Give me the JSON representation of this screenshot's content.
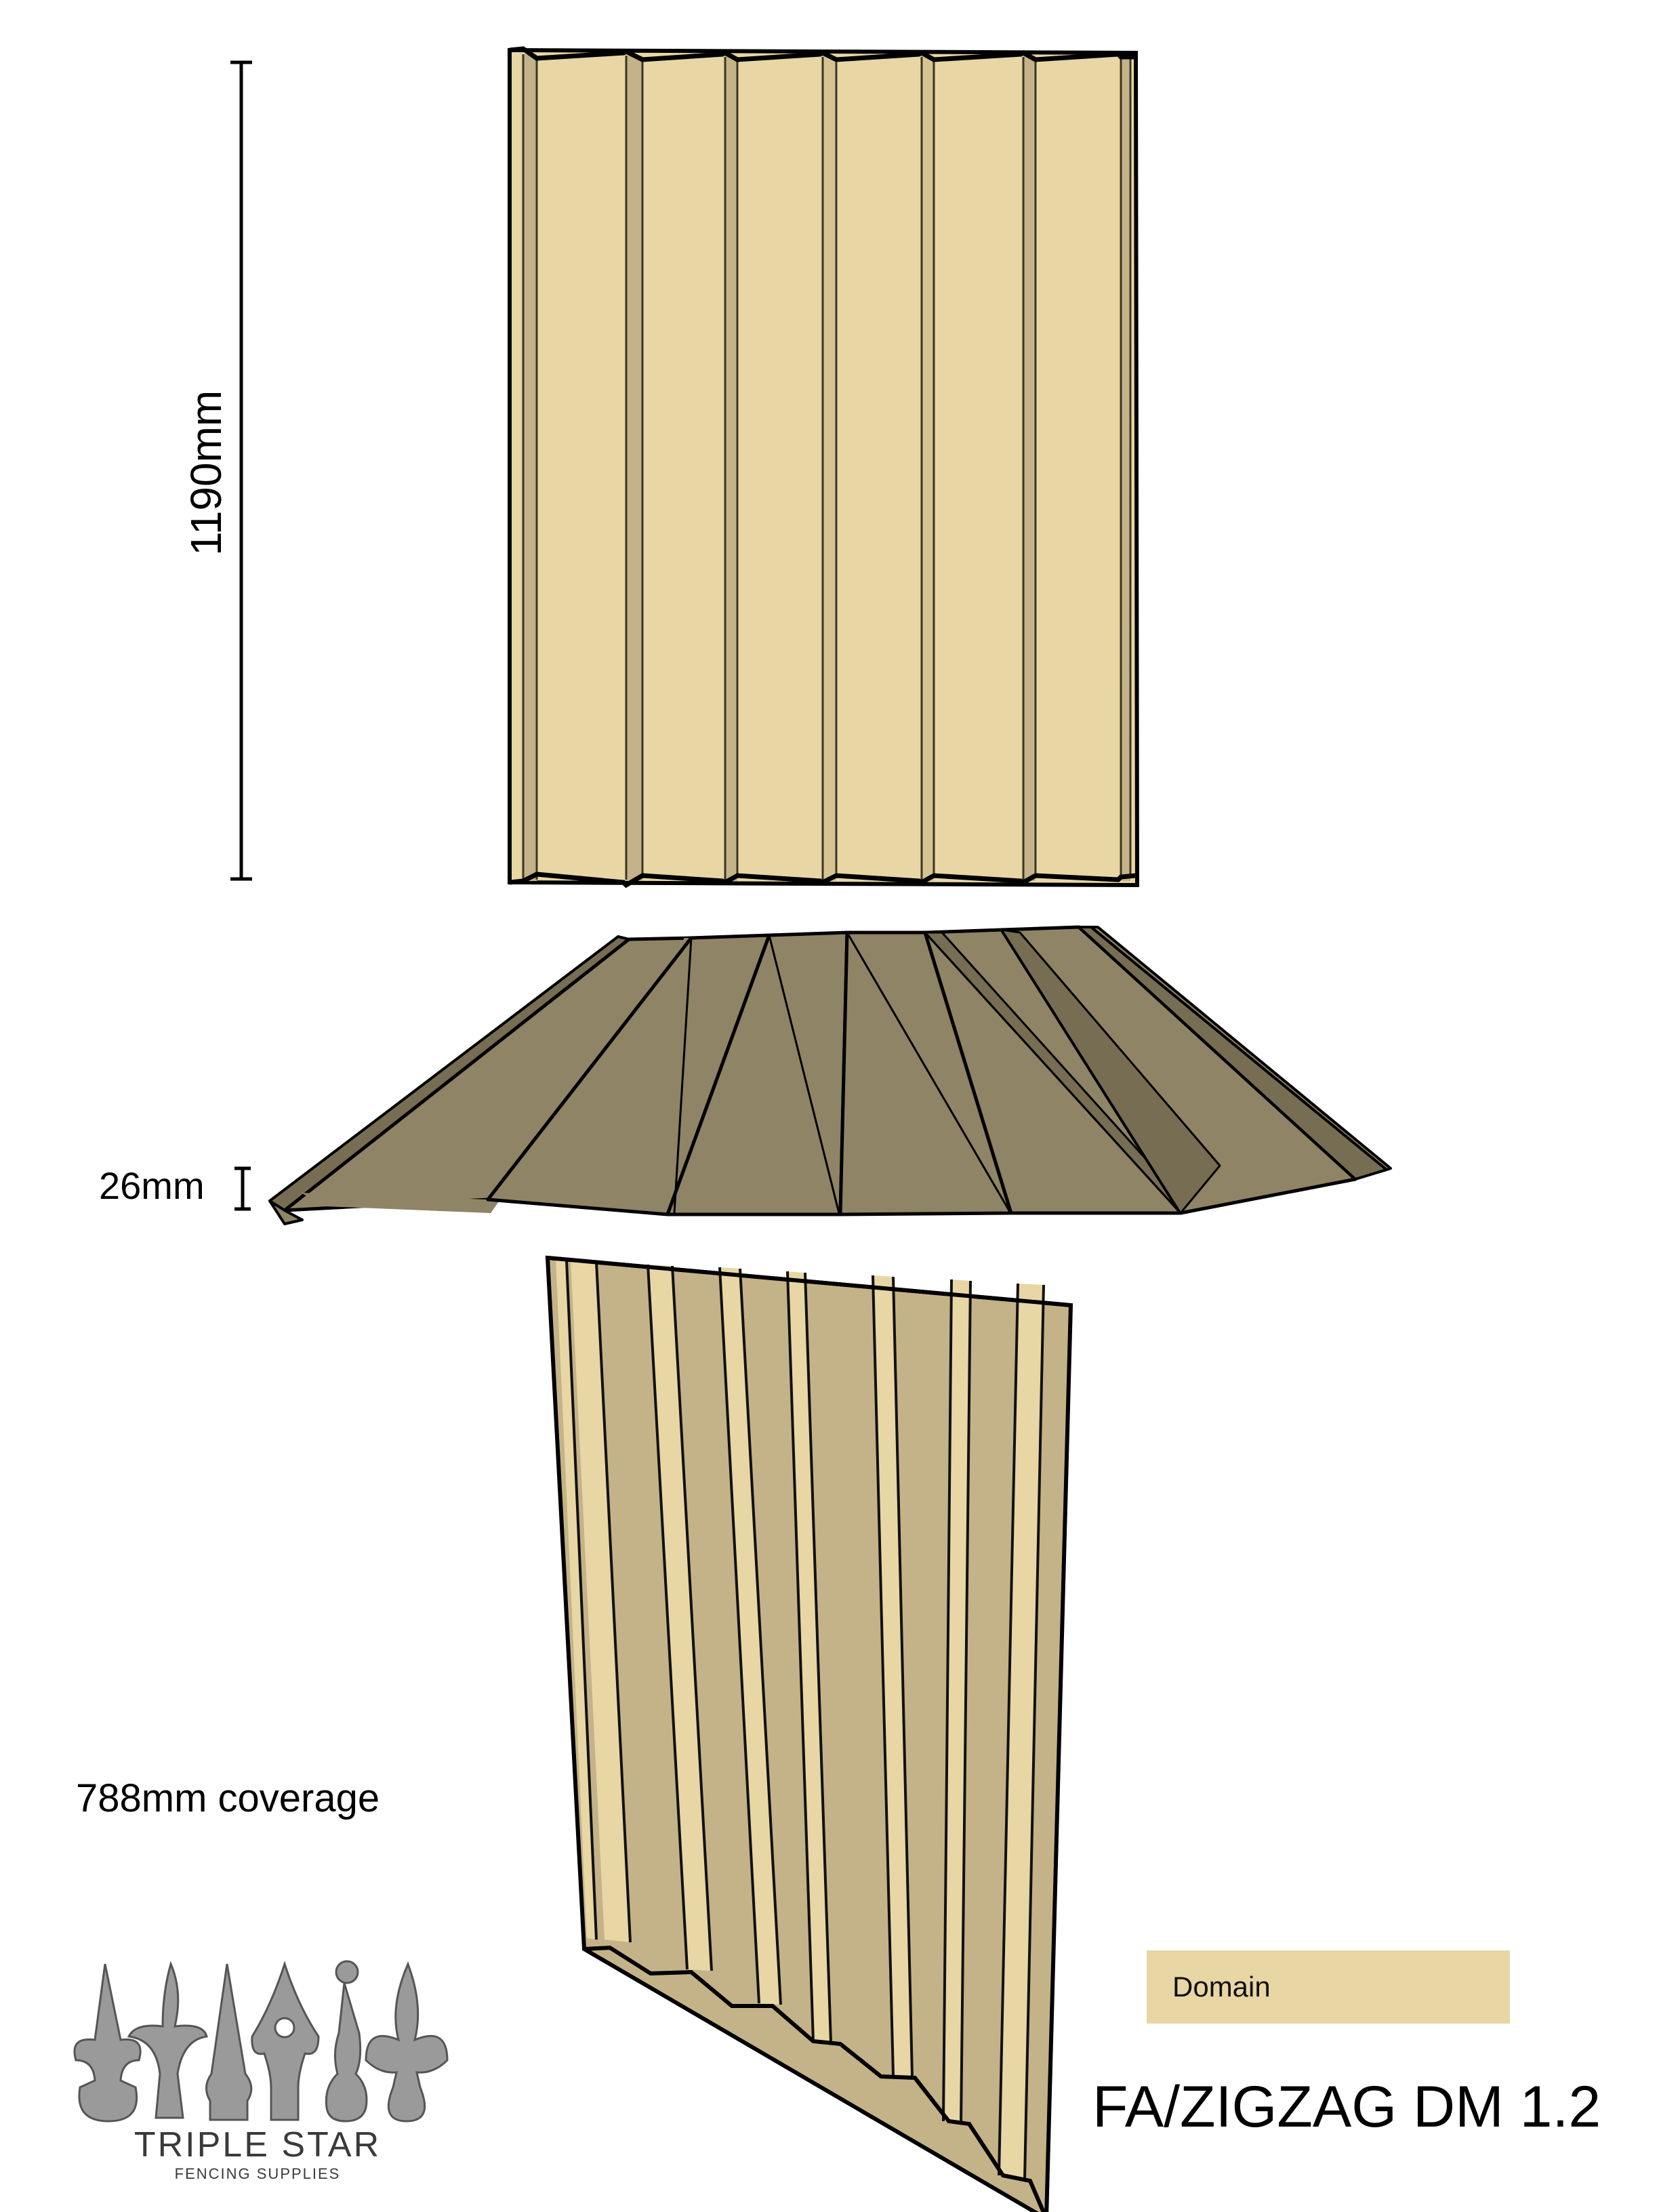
{
  "diagram": {
    "product_code": "FA/ZIGZAG DM 1.2",
    "dimensions": {
      "height_label": "1190mm",
      "rib_depth_label": "26mm",
      "coverage_label": "788mm coverage"
    },
    "colour_swatch": {
      "name": "Domain",
      "hex": "#e8d7a5"
    },
    "views": [
      {
        "id": "front-elevation",
        "description": "Flat front view of sheet"
      },
      {
        "id": "profile-perspective",
        "description": "Perspective of sheet showing trapezoidal ribs"
      },
      {
        "id": "angled-perspective",
        "description": "Angled view of sheet"
      }
    ],
    "colors": {
      "panel_face": "#e8d7a5",
      "panel_rib": "#c4b388",
      "profile_face": "#8f8466",
      "profile_shadow": "#776d52",
      "outline": "#000000"
    }
  },
  "logo": {
    "title": "TRIPLE STAR",
    "subtitle": "FENCING SUPPLIES"
  }
}
